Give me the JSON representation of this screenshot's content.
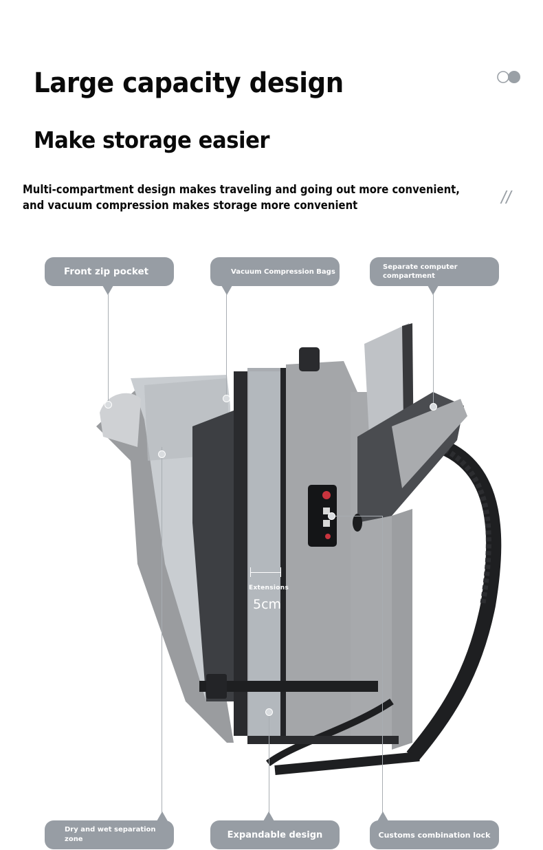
{
  "header": {
    "title": "Large capacity design",
    "subtitle": "Make storage easier",
    "description_line1": "Multi-compartment design makes traveling and going out more convenient,",
    "description_line2": "and vacuum compression makes storage more convenient",
    "decor_icon": "two-rings-icon",
    "slash_decor": "//"
  },
  "callouts": {
    "top": [
      {
        "label": "Front zip pocket"
      },
      {
        "label": "Vacuum Compression Bags"
      },
      {
        "label_line1": "Separate computer",
        "label_line2": "compartment"
      }
    ],
    "bottom": [
      {
        "label_line1": "Dry and wet separation",
        "label_line2": "zone"
      },
      {
        "label": "Expandable design"
      },
      {
        "label": "Customs combination lock"
      }
    ]
  },
  "product": {
    "image": "backpack-photo",
    "extension_label": "Extensions",
    "extension_value": "5cm"
  },
  "colors": {
    "callout_bg": "#979da4",
    "callout_text": "#ffffff",
    "heading_text": "#0a0a0a",
    "backpack_grey": "#9b9da0"
  }
}
